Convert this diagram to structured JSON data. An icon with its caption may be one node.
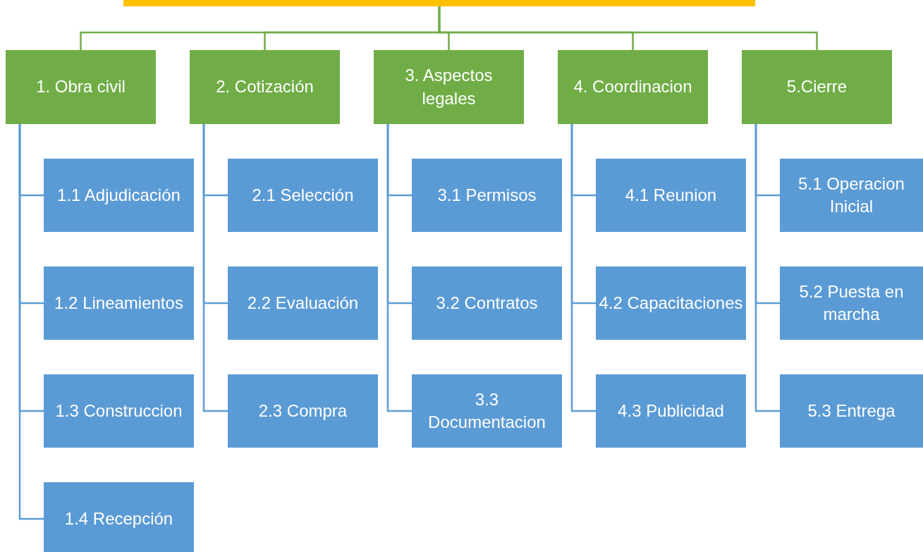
{
  "diagram": {
    "nodes": [
      {
        "text": [],
        "shape": "bar"
      },
      {
        "text": [
          "1. Obra civil"
        ]
      },
      {
        "text": [
          "2. Cotización"
        ]
      },
      {
        "text": [
          "3. Aspectos legales"
        ]
      },
      {
        "text": [
          "4. Coordinacion"
        ]
      },
      {
        "text": [
          "5.Cierre"
        ]
      },
      {
        "text": [
          "1.1 Adjudicación"
        ]
      },
      {
        "text": [
          "1.2 Lineamientos"
        ]
      },
      {
        "text": [
          "1.3 Construccion"
        ]
      },
      {
        "text": [
          "1.4 Recepción"
        ]
      },
      {
        "text": [
          "2.1 Selección"
        ]
      },
      {
        "text": [
          "2.2 Evaluación"
        ]
      },
      {
        "text": [
          "2.3 Compra"
        ]
      },
      {
        "text": [
          "3.1 Permisos"
        ]
      },
      {
        "text": [
          "3.2 Contratos"
        ]
      },
      {
        "text": [
          "3.3 Documentacion"
        ]
      },
      {
        "text": [
          "4.1 Reunion"
        ]
      },
      {
        "text": [
          "4.2 Capacitaciones"
        ]
      },
      {
        "text": [
          "4.3 Publicidad"
        ]
      },
      {
        "text": [
          "5.1 Operacion Inicial"
        ]
      },
      {
        "text": [
          "5.2 Puesta en marcha"
        ]
      },
      {
        "text": [
          "5.3 Entrega"
        ]
      }
    ],
    "edges": [
      {
        "from": 0,
        "to": 1,
        "arrow": "none",
        "color": "#70ad47"
      },
      {
        "from": 0,
        "to": 2,
        "arrow": "none",
        "color": "#70ad47"
      },
      {
        "from": 0,
        "to": 3,
        "arrow": "none",
        "color": "#70ad47"
      },
      {
        "from": 0,
        "to": 4,
        "arrow": "none",
        "color": "#70ad47"
      },
      {
        "from": 0,
        "to": 5,
        "arrow": "none",
        "color": "#70ad47"
      },
      {
        "from": 1,
        "to": 6,
        "arrow": "none"
      },
      {
        "from": 1,
        "to": 7,
        "arrow": "none"
      },
      {
        "from": 1,
        "to": 8,
        "arrow": "none"
      },
      {
        "from": 1,
        "to": 9,
        "arrow": "none"
      },
      {
        "from": 2,
        "to": 10,
        "arrow": "none"
      },
      {
        "from": 2,
        "to": 11,
        "arrow": "none"
      },
      {
        "from": 2,
        "to": 12,
        "arrow": "none"
      },
      {
        "from": 3,
        "to": 13,
        "arrow": "none"
      },
      {
        "from": 3,
        "to": 14,
        "arrow": "none"
      },
      {
        "from": 3,
        "to": 15,
        "arrow": "none"
      },
      {
        "from": 4,
        "to": 16,
        "arrow": "none"
      },
      {
        "from": 4,
        "to": 17,
        "arrow": "none"
      },
      {
        "from": 4,
        "to": 18,
        "arrow": "none"
      },
      {
        "from": 5,
        "to": 19,
        "arrow": "none"
      },
      {
        "from": 5,
        "to": 20,
        "arrow": "none"
      },
      {
        "from": 5,
        "to": 21,
        "arrow": "none"
      }
    ]
  }
}
